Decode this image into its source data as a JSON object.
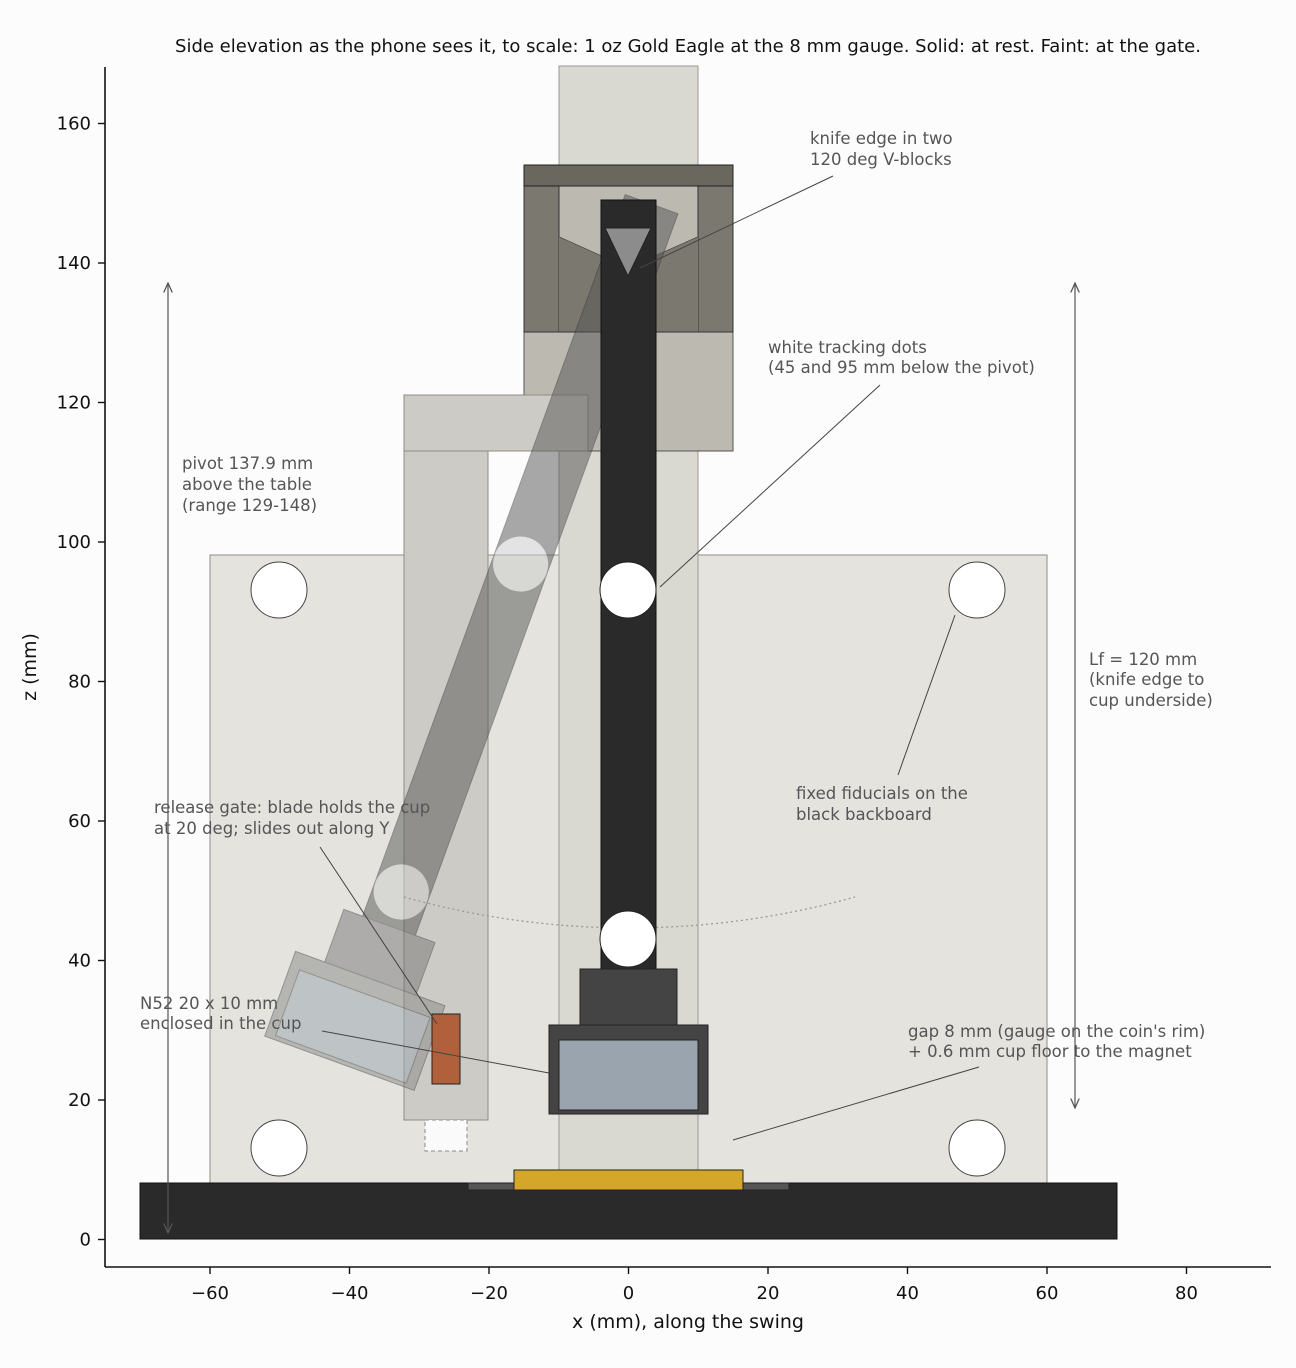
{
  "title": "Side elevation as the phone sees it, to scale: 1 oz Gold Eagle at the 8 mm gauge. Solid: at rest. Faint: at the gate.",
  "axes": {
    "xlabel": "x (mm), along the swing",
    "ylabel": "z (mm)",
    "xlim": [
      -75,
      92
    ],
    "ylim": [
      -4,
      168
    ],
    "x_ticks": [
      -60,
      -40,
      -20,
      0,
      20,
      40,
      60,
      80
    ],
    "y_ticks": [
      0,
      20,
      40,
      60,
      80,
      100,
      120,
      140,
      160
    ],
    "x_tick_labels": [
      "−60",
      "−40",
      "−20",
      "0",
      "20",
      "40",
      "60",
      "80"
    ],
    "y_tick_labels": [
      "0",
      "20",
      "40",
      "60",
      "80",
      "100",
      "120",
      "140",
      "160"
    ]
  },
  "geometry": {
    "pivot_height_mm": 137.9,
    "pivot_range_mm": [
      129,
      148
    ],
    "pendulum_length_mm": 120,
    "gate_angle_deg": 20,
    "gauge_mm": 8,
    "cup_floor_mm": 0.6,
    "tracking_dots_below_pivot_mm": [
      45,
      95
    ]
  },
  "colors": {
    "bar": "#2a2a2a",
    "vblock": "#7b786f",
    "cap": "#6a675f",
    "frame": "#bcb9b0",
    "backboard": "#e4e3de",
    "column": "#d9d8d1",
    "gate_post": "#cdcbc5",
    "coin": "#d4a62a",
    "magnet": "#9aa4ae",
    "cup": "#444444",
    "blade": "#b0603a",
    "ghost": "#6d6b66"
  },
  "annotations": {
    "knife": [
      "knife edge in two",
      "120 deg V-blocks"
    ],
    "dots": [
      "white tracking dots",
      "(45 and 95 mm below the pivot)"
    ],
    "pivot": [
      "pivot 137.9 mm",
      "above the table",
      "(range 129-148)"
    ],
    "lf": [
      "Lf = 120 mm",
      "(knife edge to",
      "cup underside)"
    ],
    "fiducials": [
      "fixed fiducials on the",
      "black backboard"
    ],
    "gate": [
      "release gate: blade holds the cup",
      "at 20 deg; slides out along Y"
    ],
    "magnet": [
      "N52 20 x 10 mm",
      "enclosed in the cup"
    ],
    "gap": [
      "gap 8 mm (gauge on the coin's rim)",
      "+ 0.6 mm cup floor to the magnet"
    ]
  }
}
